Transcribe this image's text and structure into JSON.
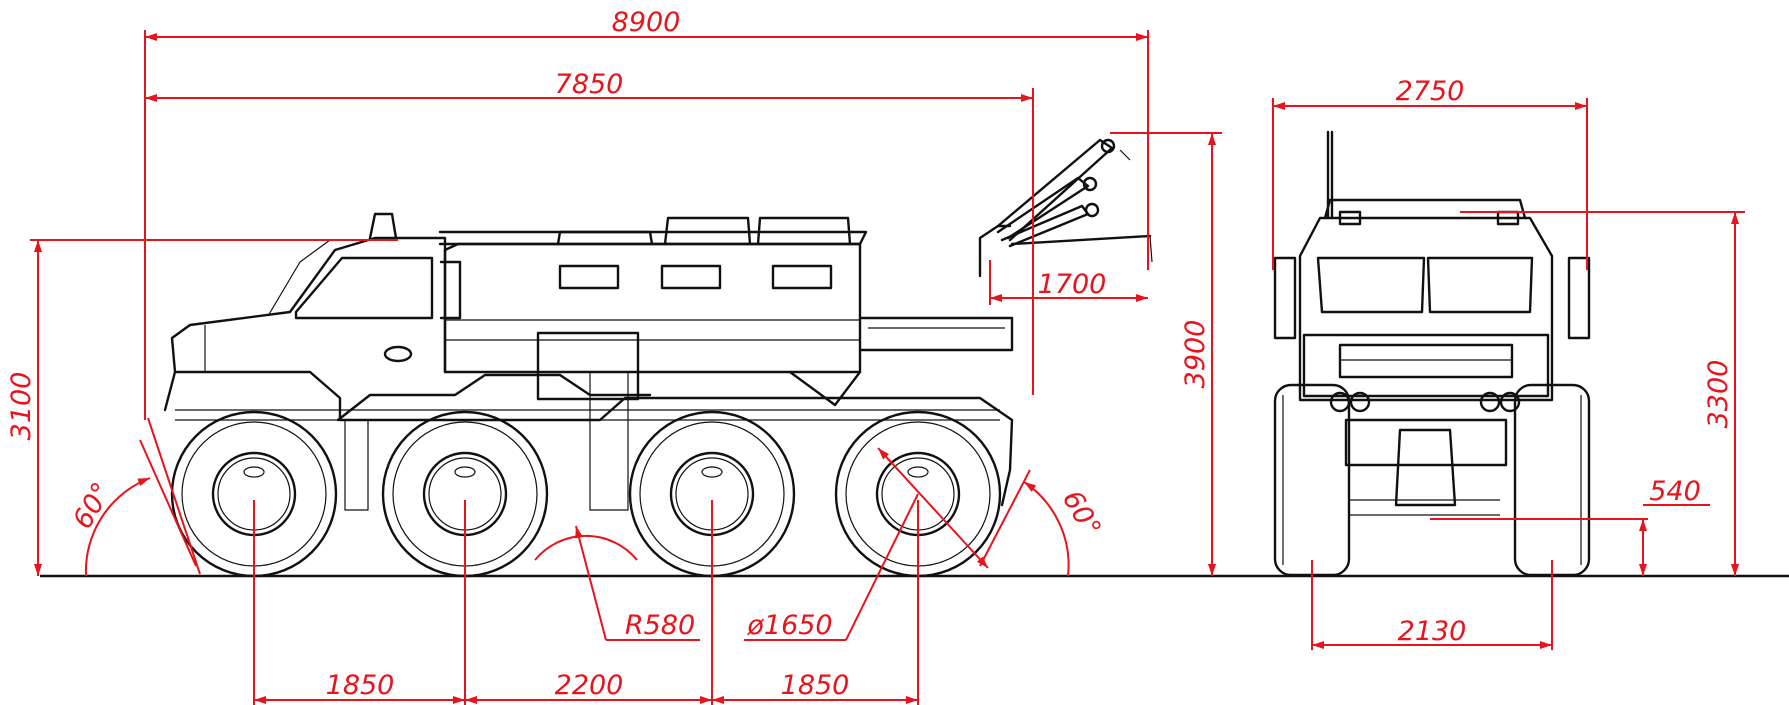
{
  "colors": {
    "dimension": "#e8141c",
    "ink": "#111111",
    "background": "#ffffff"
  },
  "side_view": {
    "overall_length": "8900",
    "body_length": "7850",
    "crane_reach": "1700",
    "overall_height_crane": "3900",
    "body_height": "3100",
    "approach_angle": "60°",
    "departure_angle": "60°",
    "ramp_radius": "R580",
    "wheel_diameter": "ø1650",
    "axle_spacing": [
      "1850",
      "2200",
      "1850"
    ]
  },
  "front_view": {
    "overall_width": "2750",
    "overall_height": "3300",
    "ground_clearance": "540",
    "track_width": "2130"
  }
}
